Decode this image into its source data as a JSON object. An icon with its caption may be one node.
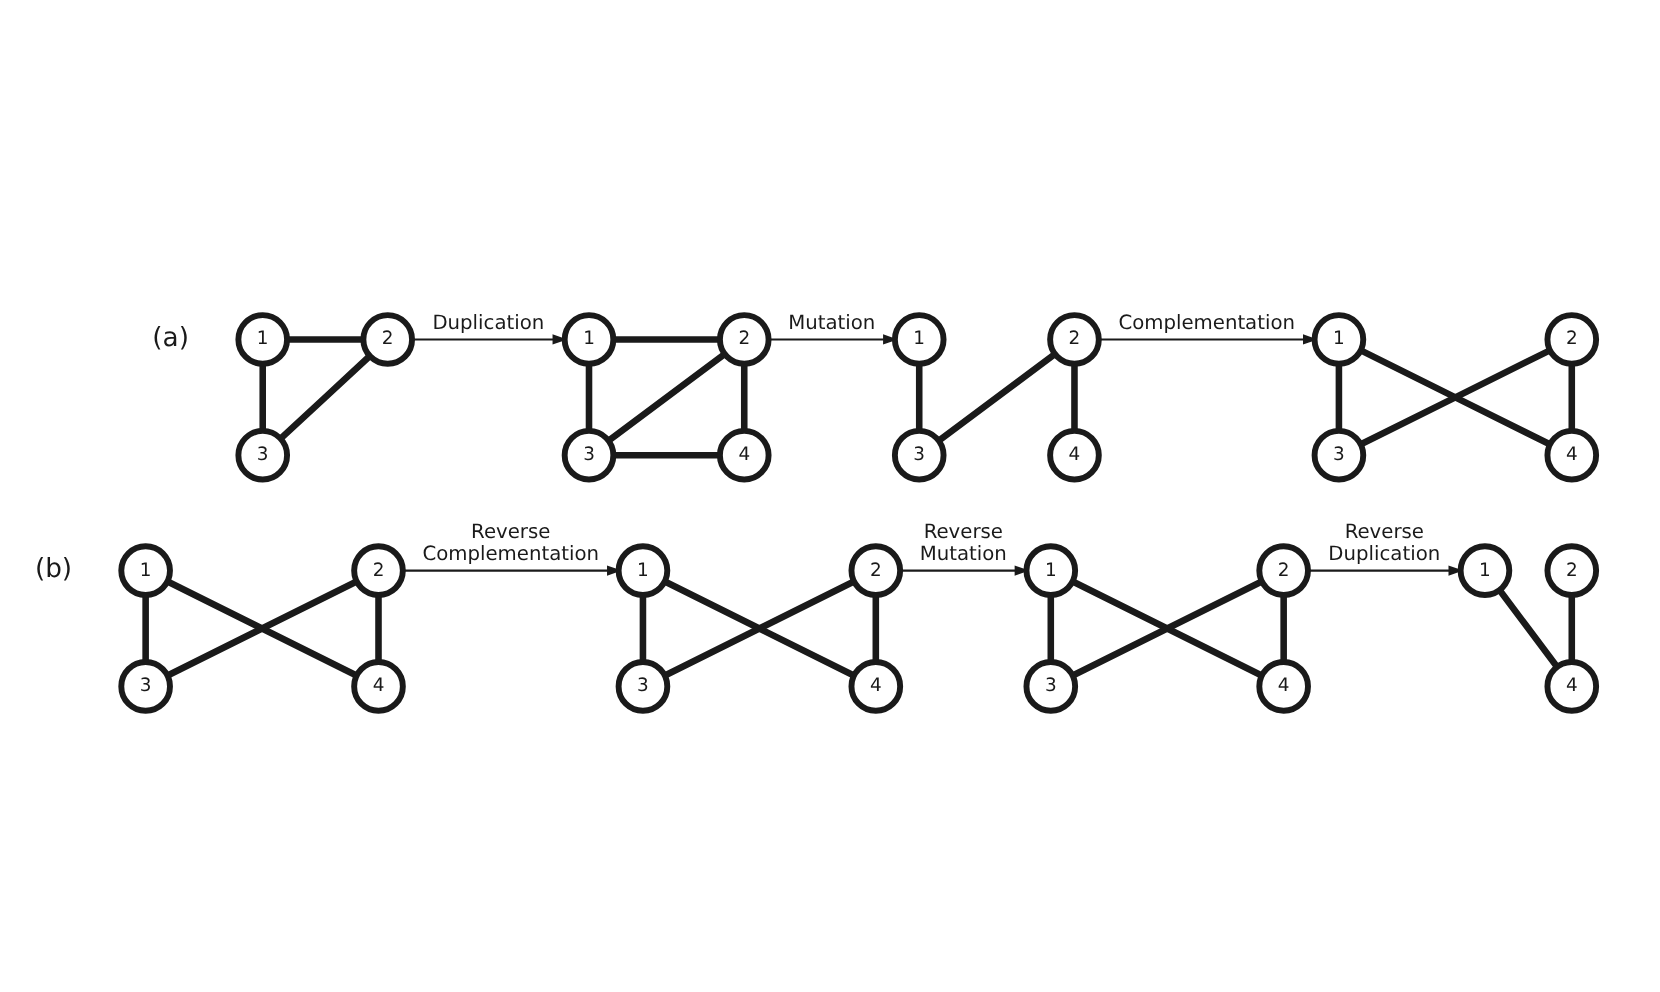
{
  "diagram": {
    "nodes": [
      {
        "text": [
          "1"
        ]
      },
      {
        "text": [
          "2"
        ]
      },
      {
        "text": [
          "3"
        ]
      },
      {
        "text": [
          "1"
        ]
      },
      {
        "text": [
          "2"
        ]
      },
      {
        "text": [
          "3"
        ]
      },
      {
        "text": [
          "4"
        ]
      },
      {
        "text": [
          "1"
        ]
      },
      {
        "text": [
          "2"
        ]
      },
      {
        "text": [
          "3"
        ]
      },
      {
        "text": [
          "4"
        ]
      },
      {
        "text": [
          "1"
        ]
      },
      {
        "text": [
          "2"
        ]
      },
      {
        "text": [
          "3"
        ]
      },
      {
        "text": [
          "4"
        ]
      },
      {
        "text": [
          "1"
        ]
      },
      {
        "text": [
          "2"
        ]
      },
      {
        "text": [
          "3"
        ]
      },
      {
        "text": [
          "4"
        ]
      },
      {
        "text": [
          "1"
        ]
      },
      {
        "text": [
          "2"
        ]
      },
      {
        "text": [
          "3"
        ]
      },
      {
        "text": [
          "4"
        ]
      },
      {
        "text": [
          "1"
        ]
      },
      {
        "text": [
          "2"
        ]
      },
      {
        "text": [
          "3"
        ]
      },
      {
        "text": [
          "4"
        ]
      },
      {
        "text": [
          "1"
        ]
      },
      {
        "text": [
          "2"
        ]
      },
      {
        "text": [
          "4"
        ]
      }
    ],
    "edges": [
      {
        "from": 0,
        "to": 1,
        "arrow": "none"
      },
      {
        "from": 0,
        "to": 2,
        "arrow": "none"
      },
      {
        "from": 1,
        "to": 2,
        "arrow": "none"
      },
      {
        "from": 1,
        "to": 3,
        "arrow": "to",
        "label": "Duplication"
      },
      {
        "from": 3,
        "to": 4,
        "arrow": "none"
      },
      {
        "from": 3,
        "to": 5,
        "arrow": "none"
      },
      {
        "from": 4,
        "to": 5,
        "arrow": "none"
      },
      {
        "from": 4,
        "to": 6,
        "arrow": "none"
      },
      {
        "from": 5,
        "to": 6,
        "arrow": "none"
      },
      {
        "from": 4,
        "to": 7,
        "arrow": "to",
        "label": "Mutation"
      },
      {
        "from": 7,
        "to": 9,
        "arrow": "none"
      },
      {
        "from": 8,
        "to": 9,
        "arrow": "none"
      },
      {
        "from": 8,
        "to": 10,
        "arrow": "none"
      },
      {
        "from": 8,
        "to": 11,
        "arrow": "to",
        "label": "Complementation"
      },
      {
        "from": 11,
        "to": 13,
        "arrow": "none"
      },
      {
        "from": 11,
        "to": 14,
        "arrow": "none"
      },
      {
        "from": 12,
        "to": 13,
        "arrow": "none"
      },
      {
        "from": 12,
        "to": 14,
        "arrow": "none"
      },
      {
        "from": 15,
        "to": 17,
        "arrow": "none"
      },
      {
        "from": 15,
        "to": 18,
        "arrow": "none"
      },
      {
        "from": 16,
        "to": 17,
        "arrow": "none"
      },
      {
        "from": 16,
        "to": 18,
        "arrow": "none"
      },
      {
        "from": 16,
        "to": 19,
        "arrow": "to",
        "label": "Reverse Complementation"
      },
      {
        "from": 19,
        "to": 21,
        "arrow": "none"
      },
      {
        "from": 19,
        "to": 22,
        "arrow": "none"
      },
      {
        "from": 20,
        "to": 21,
        "arrow": "none"
      },
      {
        "from": 20,
        "to": 22,
        "arrow": "none"
      },
      {
        "from": 20,
        "to": 23,
        "arrow": "to",
        "label": "Reverse Mutation"
      },
      {
        "from": 23,
        "to": 25,
        "arrow": "none"
      },
      {
        "from": 23,
        "to": 26,
        "arrow": "none"
      },
      {
        "from": 24,
        "to": 25,
        "arrow": "none"
      },
      {
        "from": 24,
        "to": 26,
        "arrow": "none"
      },
      {
        "from": 24,
        "to": 27,
        "arrow": "to",
        "label": "Reverse Duplication"
      },
      {
        "from": 27,
        "to": 29,
        "arrow": "none"
      },
      {
        "from": 28,
        "to": 29,
        "arrow": "none"
      }
    ],
    "labels": [
      "(a)",
      "(b)"
    ]
  }
}
